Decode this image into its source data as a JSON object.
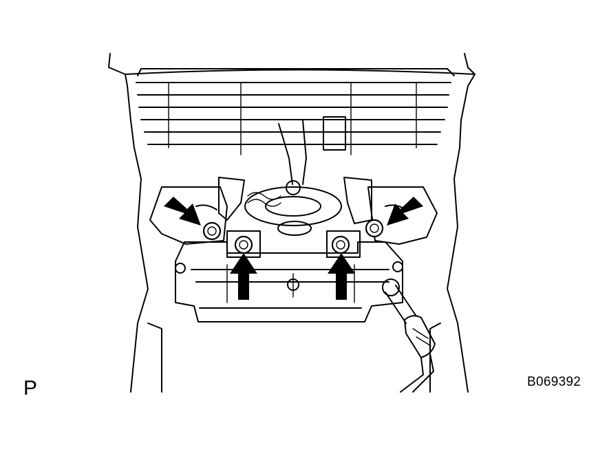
{
  "labels": {
    "view_code": "P",
    "figure_id": "B069392"
  },
  "colors": {
    "line": "#000000",
    "background": "#ffffff"
  },
  "arrows": [
    {
      "id": "upper-left",
      "direction": "down-right"
    },
    {
      "id": "lower-left",
      "direction": "up"
    },
    {
      "id": "lower-right",
      "direction": "up"
    },
    {
      "id": "upper-right",
      "direction": "down-left"
    }
  ]
}
